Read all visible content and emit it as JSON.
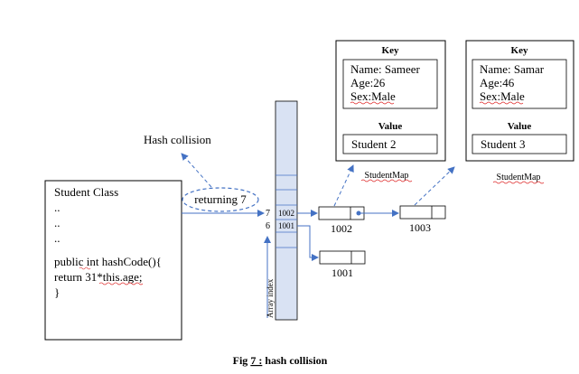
{
  "hash_label": "Hash collision",
  "returning_label": "returning 7",
  "student_class": {
    "lines": [
      "Student Class",
      "..",
      "..",
      "..",
      "",
      "public int hashCode(){",
      "return 31*this.age;",
      "}"
    ]
  },
  "array": {
    "index_labels": [
      "7",
      "6"
    ],
    "cells": [
      "1002",
      "1001"
    ],
    "axis_label": "Array  index"
  },
  "nodes": [
    "1002",
    "1003",
    "1001"
  ],
  "map1": {
    "key_title": "Key",
    "name": "Name: Sameer",
    "age": "Age:26",
    "sex": "Sex:Male",
    "value_title": "Value",
    "value": "Student 2",
    "caption": "StudentMap"
  },
  "map2": {
    "key_title": "Key",
    "name": "Name: Samar",
    "age": "Age:46",
    "sex": "Sex:Male",
    "value_title": "Value",
    "value": "Student 3",
    "caption": "StudentMap"
  },
  "figure_caption": {
    "prefix": "Fig ",
    "number": "7 :",
    "text": " hash collision"
  },
  "colors": {
    "accent": "#4472c4",
    "array_fill": "#d9e2f3"
  }
}
